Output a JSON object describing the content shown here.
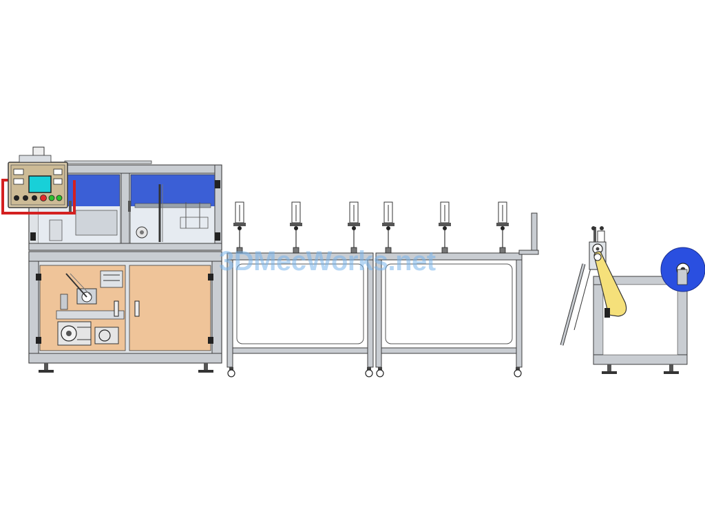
{
  "watermark": {
    "text": "3DMecWorks.net"
  },
  "colors": {
    "frame": "#c9cdd2",
    "frame_edge": "#3c3c3c",
    "guard_panel": "#3b5fd6",
    "guard_panel_light": "#b9c9f2",
    "base_panel": "#efc499",
    "handrail": "#d42020",
    "control_box": "#d7c7a6",
    "hmi_screen": "#18d0d8",
    "lamp_green": "#2fc02f",
    "lamp_red": "#e02a2a",
    "swing_arm": "#f5e07a",
    "material_roll": "#2a4fe0"
  },
  "diagram": {
    "components": [
      {
        "id": "main-machine",
        "icon": "machine-body"
      },
      {
        "id": "control-panel",
        "icon": "hmi-panel"
      },
      {
        "id": "conveyor-table-1",
        "icon": "conveyor-table"
      },
      {
        "id": "conveyor-table-2",
        "icon": "conveyor-table"
      },
      {
        "id": "unwinder",
        "icon": "roll-unwinder"
      }
    ]
  }
}
